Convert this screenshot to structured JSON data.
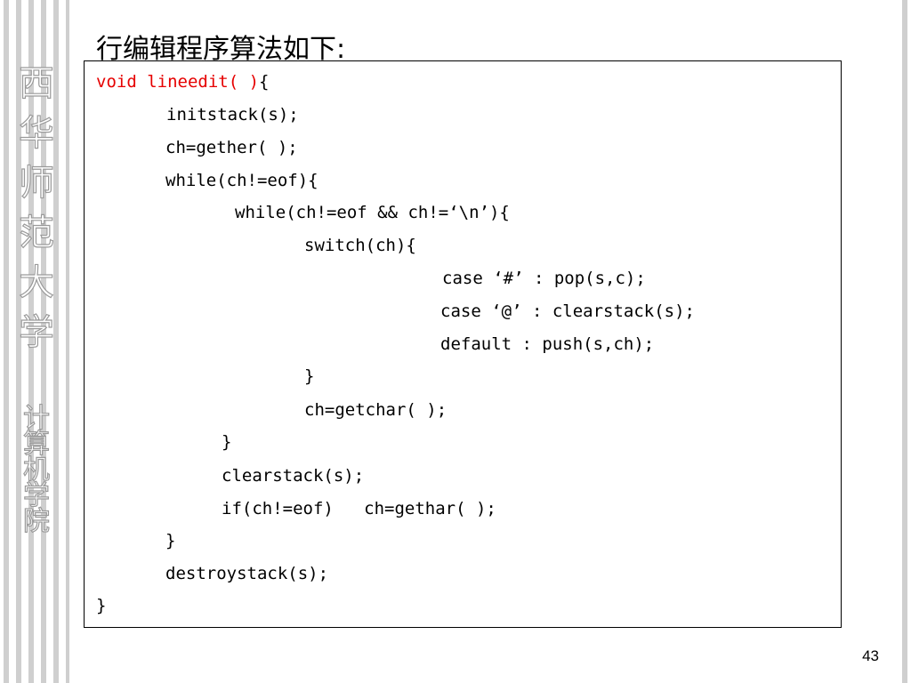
{
  "sidebar": {
    "school": [
      "西",
      "华",
      "师",
      "范",
      "大",
      "学"
    ],
    "college": [
      "计",
      "算",
      "机",
      "学",
      "院"
    ]
  },
  "slide": {
    "title": "行编辑程序算法如下:",
    "page_number": "43"
  },
  "code": {
    "line_01_red": "void lineedit( )",
    "line_01_rest": "{",
    "line_02": "initstack(s);",
    "line_03": "ch=gether( );",
    "line_04": "while(ch!=eof){",
    "line_05": "while(ch!=eof && ch!=‘\\n’){",
    "line_06": "switch(ch){",
    "line_07": "case ‘#’ : pop(s,c);",
    "line_08": "case ‘@’ : clearstack(s);",
    "line_09": "default : push(s,ch);",
    "line_10": "}",
    "line_11": "ch=getchar( );",
    "line_12": "}",
    "line_13": "clearstack(s);",
    "line_14": "if(ch!=eof)   ch=gethar( );",
    "line_15": "}",
    "line_16": "destroystack(s);",
    "line_17": "}"
  }
}
